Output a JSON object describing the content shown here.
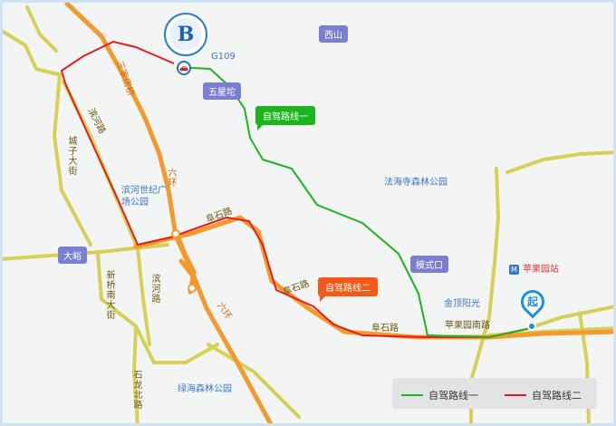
{
  "map": {
    "area_labels": {
      "xishan": "西山",
      "wuxingtuo": "五星坨",
      "dayu": "大峪",
      "moshikou": "模式口"
    },
    "road_labels": {
      "g109": "G109",
      "sanjiadian": "三家店桥",
      "binhe_lu_north": "滨河路",
      "chengzi_dajie": "城子大街",
      "liuhuan_north": "六环",
      "liuhuan_south": "六环",
      "fushi_lu_west": "阜石路",
      "fushi_lu_mid": "阜石路",
      "fushi_lu_east": "阜石路",
      "xinqiao_nan_dajie": "新桥南大街",
      "binhe_lu_south": "滨河路",
      "shilong_bei_lu": "石龙北路",
      "pingguoyuan_nan_lu": "苹果园南路"
    },
    "poi_labels": {
      "fahaisi_park": "法海寺森林公园",
      "binhe_shiji_park": "滨河世纪广场公园",
      "jinding_yangguang": "金顶阳光",
      "lvhai_park": "绿海森林公园",
      "pingguoyuan_station": "苹果园站"
    },
    "route_tags": {
      "route1": "自驾路线一",
      "route2": "自驾路线二"
    },
    "start_marker": "起",
    "metro_icon": "metro-icon",
    "car_icon": "car-icon",
    "colors": {
      "route1": "#1cb51c",
      "route2": "#e21e1e",
      "highway": "#f39a2e",
      "road": "#e8e27a",
      "area_badge": "#7b7fd1",
      "station_text": "#e0353b"
    }
  },
  "legend": {
    "route1_label": "自驾路线一",
    "route2_label": "自驾路线二"
  }
}
